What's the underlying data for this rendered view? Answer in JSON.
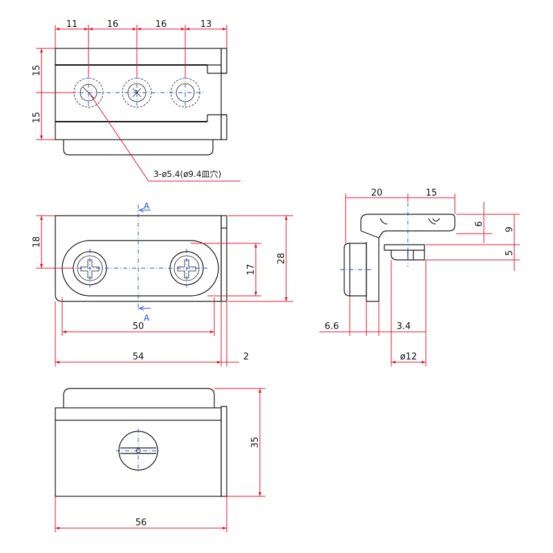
{
  "top_view": {
    "dims": {
      "d1": "11",
      "d2": "16",
      "d3": "16",
      "d4": "13",
      "h1": "15",
      "h2": "15"
    },
    "note": "3-ø5.4(ø9.4皿穴)"
  },
  "front_view": {
    "dims": {
      "h18": "18",
      "w50": "50",
      "w54": "54",
      "w2": "2",
      "h17": "17",
      "h28": "28"
    },
    "section_label_top": "A",
    "section_label_bottom": "A"
  },
  "side_view": {
    "dims": {
      "w20": "20",
      "w15": "15",
      "h6": "6",
      "h9": "9",
      "h5": "5",
      "w6_6": "6.6",
      "w3_4": "3.4",
      "dia12": "ø12"
    }
  },
  "bottom_view": {
    "dims": {
      "h35": "35",
      "w56": "56"
    }
  }
}
